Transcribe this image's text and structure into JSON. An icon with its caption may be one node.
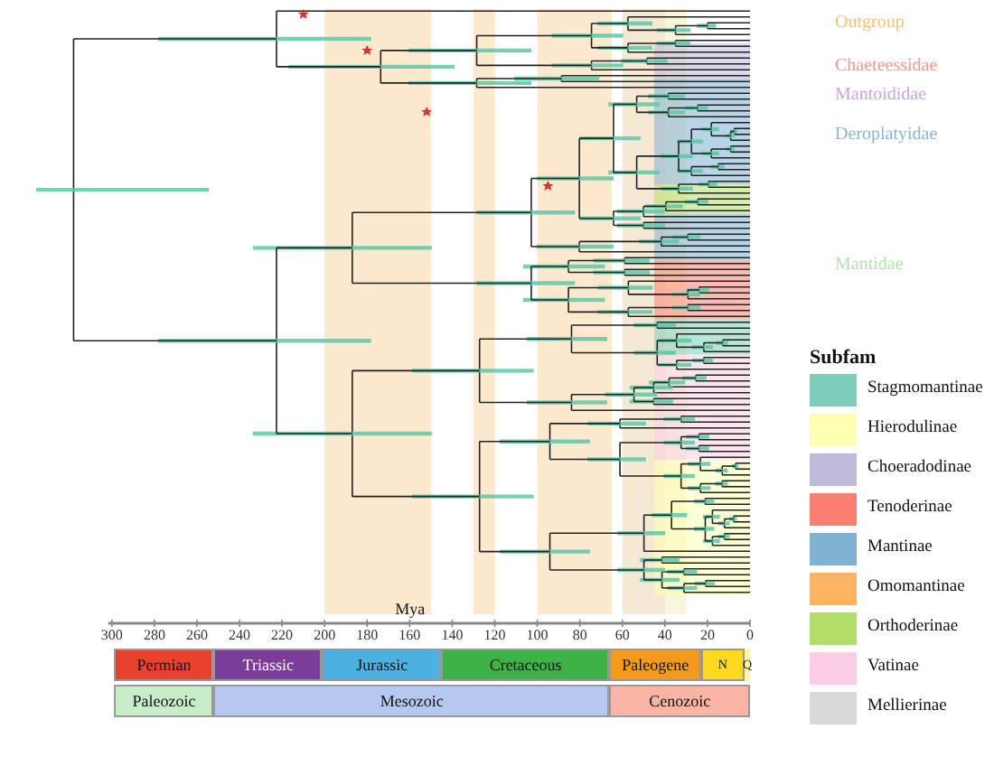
{
  "diagram": {
    "nodes": [
      {
        "text": [
          "Permian"
        ]
      },
      {
        "text": [
          "Triassic"
        ]
      },
      {
        "text": [
          "Jurassic"
        ]
      },
      {
        "text": [
          "Cretaceous"
        ]
      },
      {
        "text": [
          "Paleogene"
        ]
      },
      {
        "text": [
          "N"
        ]
      },
      {
        "text": [
          "Q"
        ]
      },
      {
        "text": [
          "Paleozoic"
        ]
      },
      {
        "text": [
          "Mesozoic"
        ]
      },
      {
        "text": [
          "Cenozoic"
        ]
      }
    ],
    "edges": [],
    "labels": [
      "Outgroup",
      "Chaeteessidae",
      "Mantoididae",
      "Deroplatyidae",
      "Mantidae",
      "Subfam",
      "Mya",
      "300",
      "280",
      "260",
      "240",
      "220",
      "200",
      "180",
      "160",
      "140",
      "120",
      "100",
      "80",
      "60",
      "40",
      "20",
      "0"
    ],
    "legend": [
      {
        "text": "Stagmomantinae",
        "color": "#7fcdbb"
      },
      {
        "text": "Hierodulinae",
        "color": "#ffffb3"
      },
      {
        "text": "Choeradodinae",
        "color": "#bebada"
      },
      {
        "text": "Tenoderinae",
        "color": "#fb8072"
      },
      {
        "text": "Mantinae",
        "color": "#80b1d3"
      },
      {
        "text": "Omomantinae",
        "color": "#fdb462"
      },
      {
        "text": "Orthoderinae",
        "color": "#b3de69"
      },
      {
        "text": "Vatinae",
        "color": "#fccde5"
      },
      {
        "text": "Mellierinae",
        "color": "#d9d9d9"
      }
    ]
  }
}
